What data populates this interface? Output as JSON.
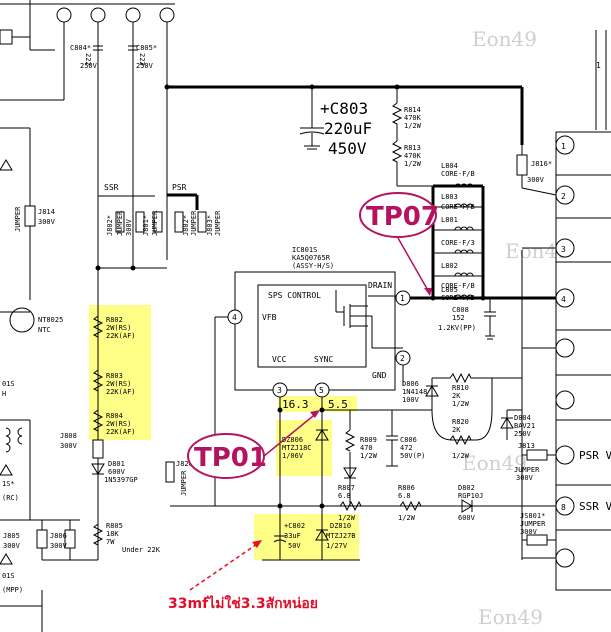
{
  "watermarks": [
    "Eon49",
    "Eon49",
    "Eon49",
    "Eon49"
  ],
  "highlight_color": "#ffff88",
  "test_point_color": "#b5135f",
  "note_color": "#e0102a",
  "test_points": [
    {
      "label": "TP07"
    },
    {
      "label": "TP01"
    }
  ],
  "note": "33mfไม่ใช่3.3สักหน่อย",
  "ic": {
    "ref": "IC801S",
    "part": "KA5Q0765R",
    "assy": "(ASSY-H/S)",
    "block": "SPS CONTROL",
    "pins": [
      "VFB",
      "VCC",
      "SYNC",
      "DRAIN",
      "GND"
    ],
    "pin_numbers": [
      "4",
      "3",
      "5",
      "1",
      "2"
    ],
    "voltages": [
      "16.3",
      "5.5"
    ]
  },
  "bus_labels": [
    "SSR",
    "PSR"
  ],
  "components": {
    "c804": [
      "C804*",
      "222",
      "250V"
    ],
    "c805": [
      "C805*",
      "222",
      "250V"
    ],
    "c803": [
      "+C803",
      "220uF",
      "450V"
    ],
    "r814": [
      "R814",
      "470K",
      "1/2W"
    ],
    "r813": [
      "R813",
      "470K",
      "1/2W"
    ],
    "j816": [
      "J816*",
      "300V"
    ],
    "l804": [
      "L804",
      "CORE-F/B"
    ],
    "l803": [
      "L803",
      "CORE-F/B"
    ],
    "l801": [
      "L801",
      "CORE-F/3"
    ],
    "l802": [
      "L802",
      "CORE-F/B"
    ],
    "l805": [
      "L805",
      "CORE-F/B"
    ],
    "c808": [
      "C808",
      "152",
      "1.2KV(PP)"
    ],
    "j814": [
      "JUMPER",
      "J814",
      "300V"
    ],
    "jumpers_ssr": [
      "J802*",
      "J801*",
      "J803*"
    ],
    "jumper_word": "JUMPER",
    "jumper_voltage": "300V",
    "ntc": [
      "NT8025",
      "NTC"
    ],
    "r802": [
      "R802",
      "2W(RS)",
      "22K(AF)"
    ],
    "r803": [
      "R803",
      "2W(RS)",
      "22K(AF)"
    ],
    "r804": [
      "R804",
      "2W(RS)",
      "22K(AF)"
    ],
    "j808": [
      "J808",
      "300V"
    ],
    "d801": [
      "D801",
      "600V",
      "1N5397GP"
    ],
    "j820": [
      "J820*",
      "JUMPER"
    ],
    "d806": [
      "D806",
      "1N4148",
      "100V"
    ],
    "r810": [
      "R810",
      "2K",
      "1/2W"
    ],
    "r820": [
      "R820",
      "2K",
      "1/2W"
    ],
    "d804": [
      "D804",
      "BAV21",
      "250V"
    ],
    "dz806": [
      "DZ806",
      "MTZJ18C",
      "1/06V"
    ],
    "r809": [
      "R809",
      "470",
      "1/2W"
    ],
    "c806": [
      "C806",
      "472",
      "50V(P)"
    ],
    "r807": [
      "R807",
      "6.8",
      "1/2W"
    ],
    "r806": [
      "R806",
      "6.8",
      "1/2W"
    ],
    "d802": [
      "D802",
      "RGP10J",
      "600V"
    ],
    "c802": [
      "+C802",
      "33uF",
      "50V"
    ],
    "dz810": [
      "DZ810",
      "MTZJ27B",
      "1/27V"
    ],
    "r805": [
      "R805",
      "18K",
      "7W",
      "Under 22K"
    ],
    "j805": [
      "J805",
      "300V"
    ],
    "j806": [
      "J806",
      "300V"
    ],
    "j813": [
      "J813",
      "JUMPER",
      "300V"
    ],
    "js801": [
      "JS801*",
      "JUMPER",
      "300V"
    ]
  },
  "left_labels": [
    "01S",
    "H",
    "1S*",
    "(RC)",
    "01S",
    "(MPP)"
  ],
  "connector_pins": [
    "1",
    "2",
    "3",
    "4",
    "8"
  ],
  "right_labels": [
    "PSR V",
    "SSR V"
  ]
}
